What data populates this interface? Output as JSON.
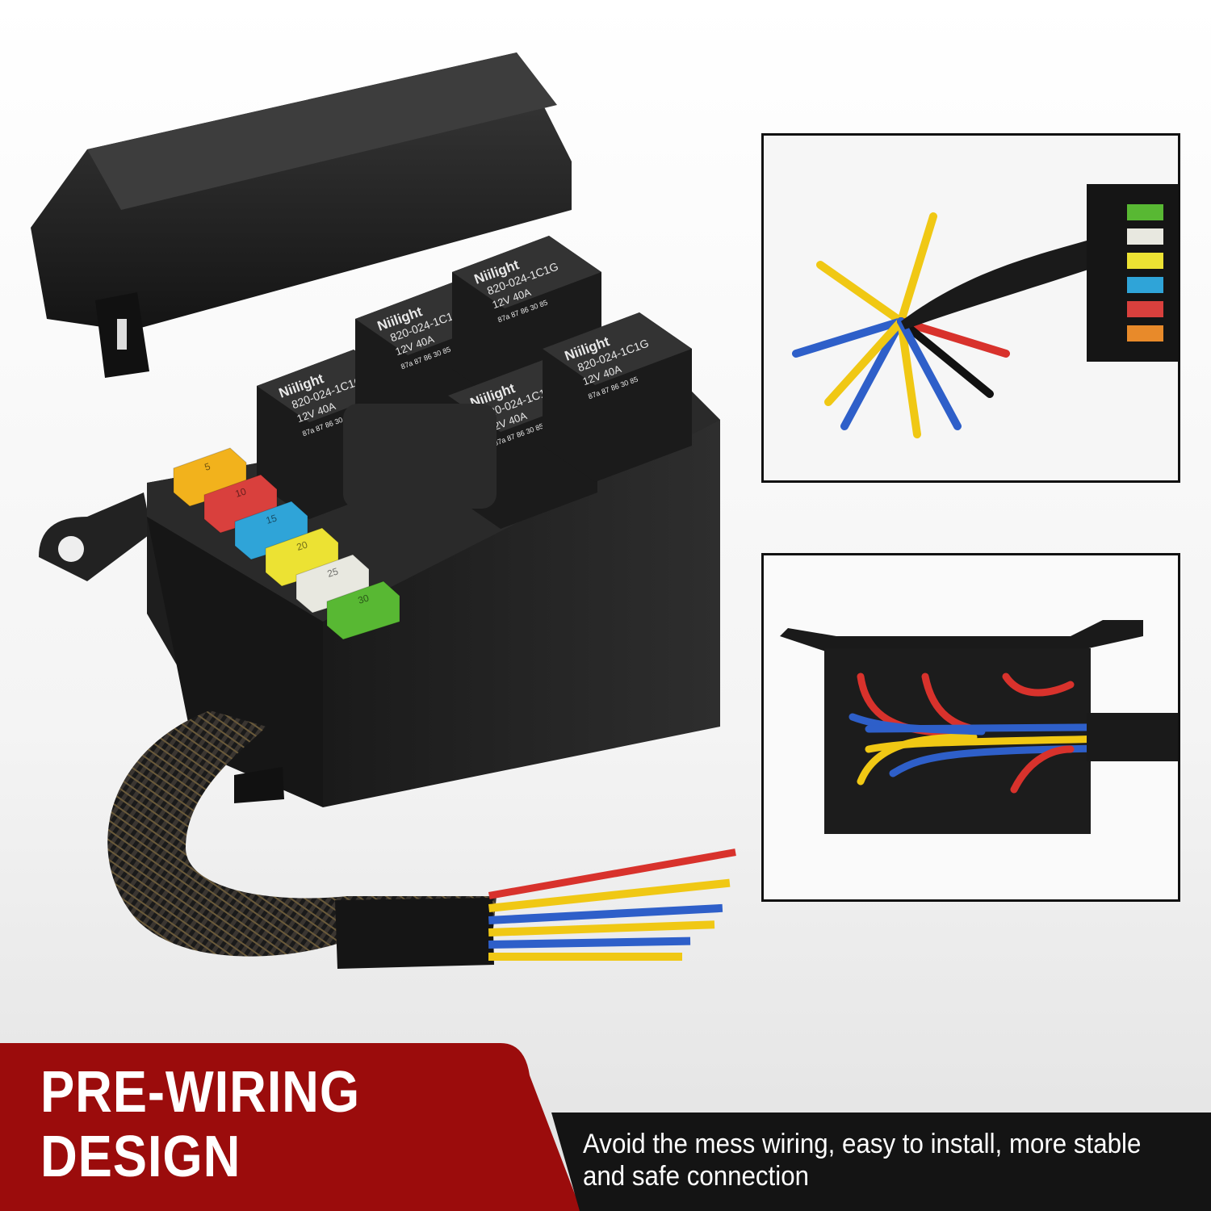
{
  "banner": {
    "headline_line1": "PRE-WIRING",
    "headline_line2": "DESIGN",
    "subtitle_line1": "Avoid the mess wiring, easy to install, more stable",
    "subtitle_line2": "and safe connection",
    "accent_color": "#9b0c0c",
    "dark_color": "#141414"
  },
  "product": {
    "relays": [
      {
        "brand": "Niilight",
        "model": "820-024-1C1G",
        "rating": "12V 40A",
        "pins": [
          "87a",
          "87",
          "86",
          "30",
          "85"
        ]
      },
      {
        "brand": "Niilight",
        "model": "820-024-1C1G",
        "rating": "12V 40A",
        "pins": [
          "87a",
          "87",
          "86",
          "30",
          "85"
        ]
      },
      {
        "brand": "Niilight",
        "model": "820-024-1C1G",
        "rating": "12V 40A",
        "pins": [
          "87a",
          "87",
          "86",
          "30",
          "85"
        ]
      },
      {
        "brand": "Niilight",
        "model": "820-024-1C1G",
        "rating": "12V 40A",
        "pins": [
          "87a",
          "87",
          "86",
          "30",
          "85"
        ]
      },
      {
        "brand": "Niilight",
        "model": "820-024-1C1G",
        "rating": "12V 40A",
        "pins": [
          "87a",
          "87",
          "86",
          "30",
          "85"
        ]
      }
    ],
    "fuses": [
      {
        "rating": "5",
        "color": "#f2b21c"
      },
      {
        "rating": "10",
        "color": "#d9403d"
      },
      {
        "rating": "15",
        "color": "#2fa4d8"
      },
      {
        "rating": "20",
        "color": "#ece233"
      },
      {
        "rating": "25",
        "color": "#e8e8e0"
      },
      {
        "rating": "30",
        "color": "#58b833"
      }
    ]
  }
}
